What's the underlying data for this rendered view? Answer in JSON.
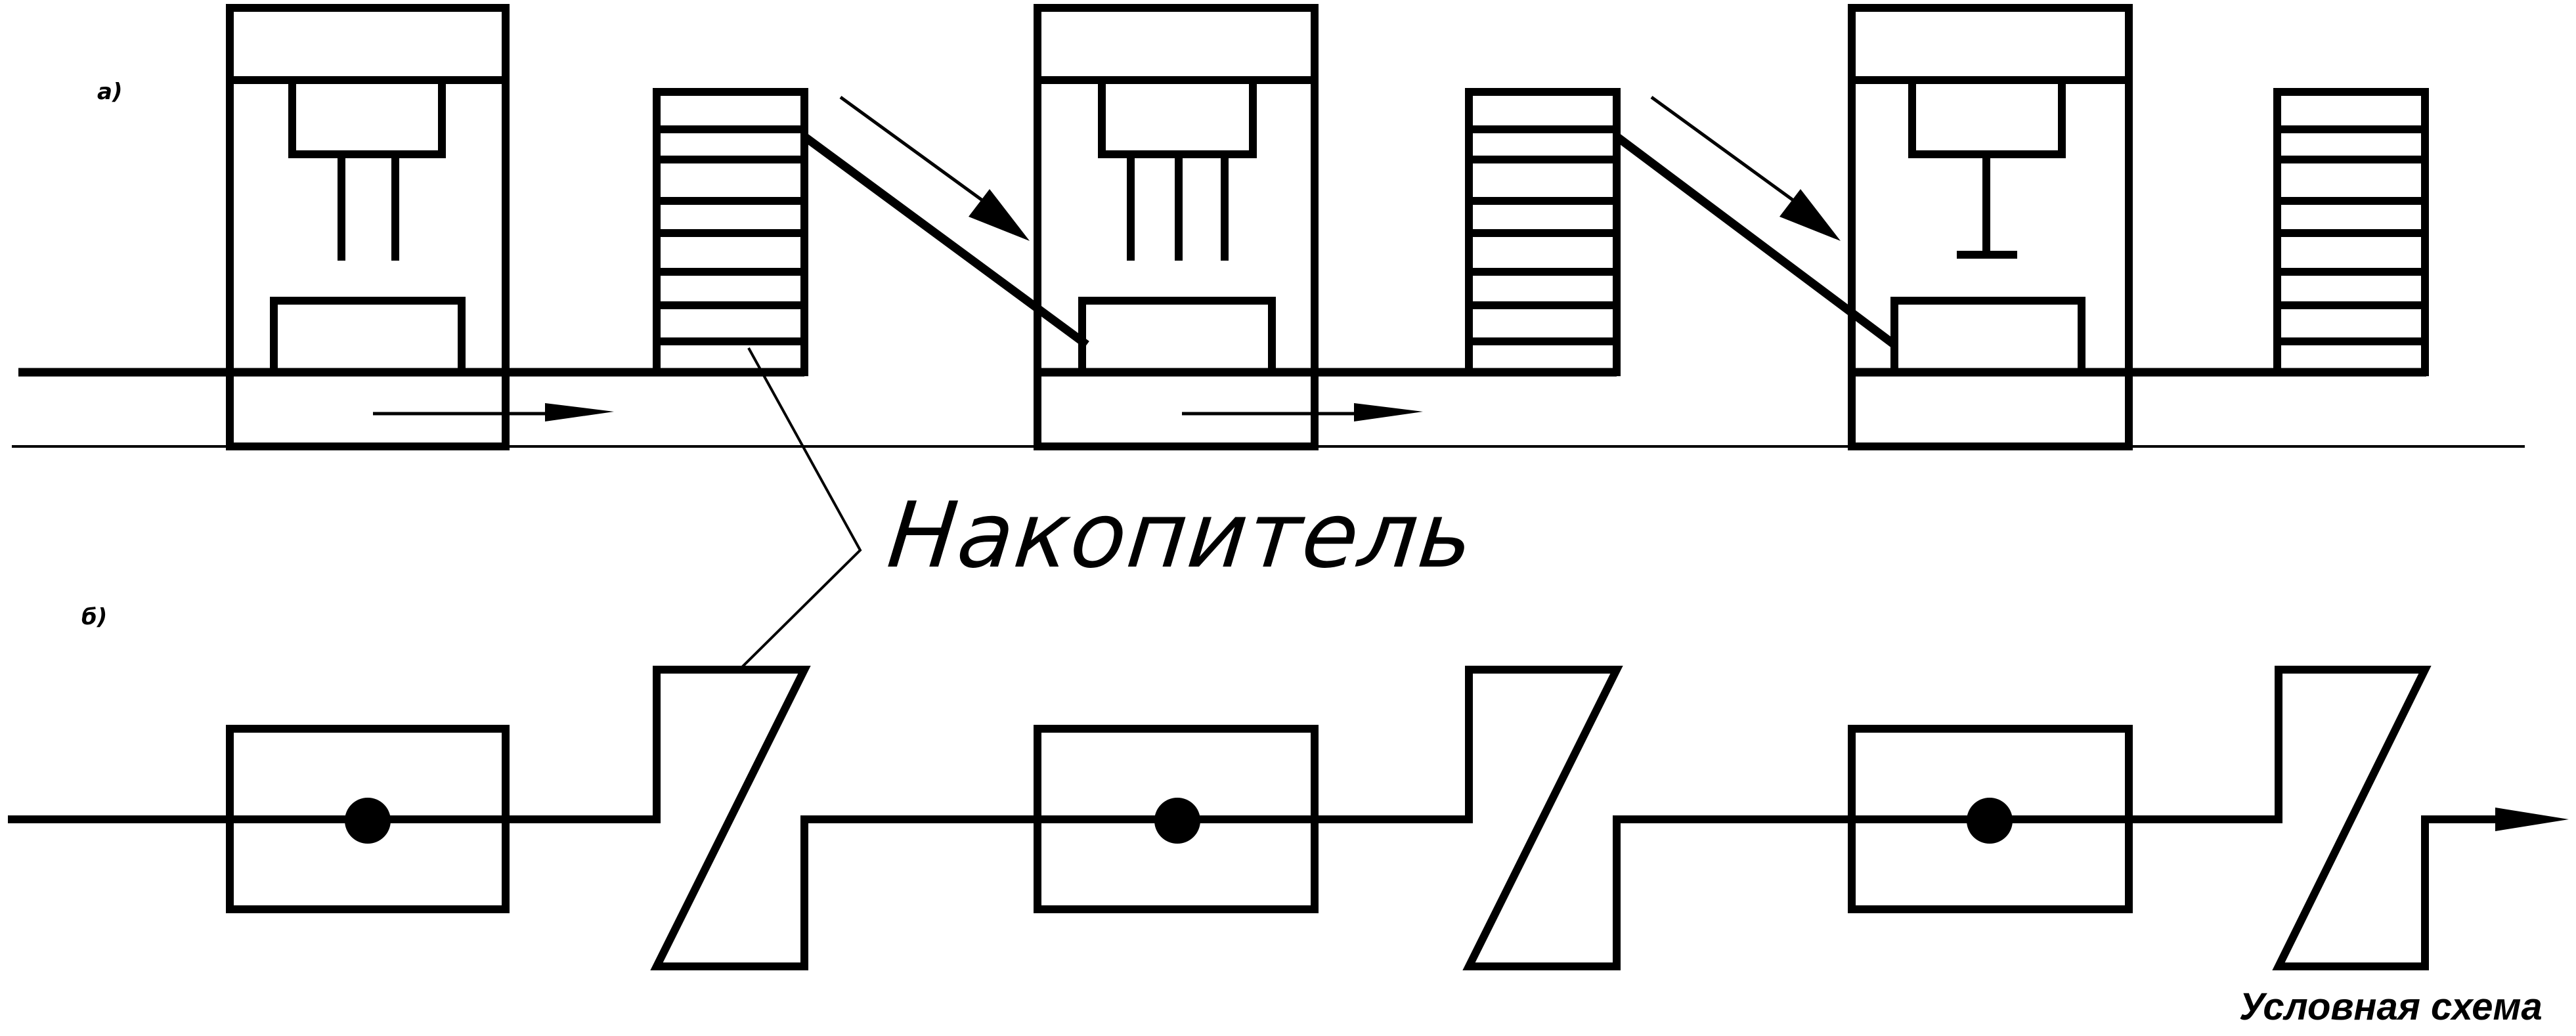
{
  "labels": {
    "part_a": "а)",
    "part_b": "б)",
    "callout": "Накопитель",
    "caption": "Условная схема"
  },
  "colors": {
    "stroke": "#000000",
    "background": "#ffffff"
  }
}
